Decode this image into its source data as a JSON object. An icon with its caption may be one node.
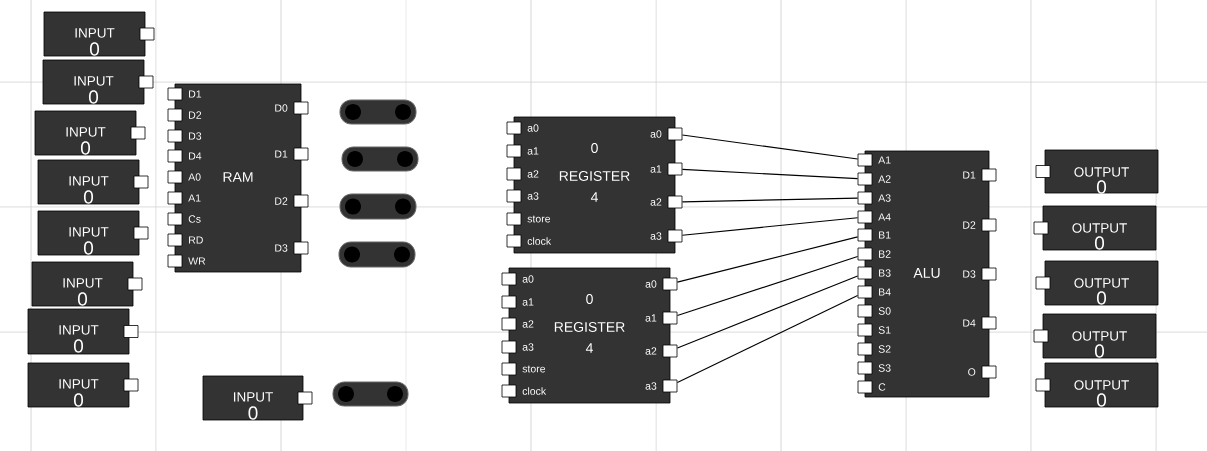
{
  "diagram": {
    "nodes": [
      {
        "text": [
          "INPUT",
          "0"
        ]
      },
      {
        "text": [
          "INPUT",
          "0"
        ]
      },
      {
        "text": [
          "INPUT",
          "0"
        ]
      },
      {
        "text": [
          "INPUT",
          "0"
        ]
      },
      {
        "text": [
          "INPUT",
          "0"
        ]
      },
      {
        "text": [
          "INPUT",
          "0"
        ]
      },
      {
        "text": [
          "INPUT",
          "0"
        ]
      },
      {
        "text": [
          "INPUT",
          "0"
        ]
      },
      {
        "text": [
          "RAM"
        ]
      },
      {
        "text": [],
        "shape": "box",
        "beside": [
          "D1"
        ],
        "in": 8
      },
      {
        "text": [],
        "shape": "box",
        "beside": [
          "D2"
        ],
        "in": 8
      },
      {
        "text": [],
        "shape": "box",
        "beside": [
          "D3"
        ],
        "in": 8
      },
      {
        "text": [],
        "shape": "box",
        "beside": [
          "D4"
        ],
        "in": 8
      },
      {
        "text": [],
        "shape": "box",
        "beside": [
          "A0"
        ],
        "in": 8
      },
      {
        "text": [],
        "shape": "box",
        "beside": [
          "A1"
        ],
        "in": 8
      },
      {
        "text": [],
        "shape": "box",
        "beside": [
          "Cs"
        ],
        "in": 8
      },
      {
        "text": [],
        "shape": "box",
        "beside": [
          "RD"
        ],
        "in": 8
      },
      {
        "text": [],
        "shape": "box",
        "beside": [
          "WR"
        ],
        "in": 8
      },
      {
        "text": [],
        "shape": "box",
        "beside": [
          "D0"
        ],
        "in": 8
      },
      {
        "text": [],
        "shape": "box",
        "beside": [
          "D1"
        ],
        "in": 8
      },
      {
        "text": [],
        "shape": "box",
        "beside": [
          "D2"
        ],
        "in": 8
      },
      {
        "text": [],
        "shape": "box",
        "beside": [
          "D3"
        ],
        "in": 8
      },
      {
        "text": [],
        "shape": "capsule"
      },
      {
        "text": [],
        "shape": "capsule"
      },
      {
        "text": [],
        "shape": "capsule"
      },
      {
        "text": [],
        "shape": "capsule"
      },
      {
        "text": [
          "INPUT",
          "0"
        ]
      },
      {
        "text": [],
        "shape": "capsule"
      },
      {
        "text": [
          "0",
          "REGISTER",
          "4"
        ]
      },
      {
        "text": [],
        "shape": "box",
        "beside": [
          "a0"
        ],
        "in": 28
      },
      {
        "text": [],
        "shape": "box",
        "beside": [
          "a1"
        ],
        "in": 28
      },
      {
        "text": [],
        "shape": "box",
        "beside": [
          "a2"
        ],
        "in": 28
      },
      {
        "text": [],
        "shape": "box",
        "beside": [
          "a3"
        ],
        "in": 28
      },
      {
        "text": [],
        "shape": "box",
        "beside": [
          "store"
        ],
        "in": 28
      },
      {
        "text": [],
        "shape": "box",
        "beside": [
          "clock"
        ],
        "in": 28
      },
      {
        "text": [],
        "shape": "box",
        "beside": [
          "a0"
        ],
        "in": 28
      },
      {
        "text": [],
        "shape": "box",
        "beside": [
          "a1"
        ],
        "in": 28
      },
      {
        "text": [],
        "shape": "box",
        "beside": [
          "a2"
        ],
        "in": 28
      },
      {
        "text": [],
        "shape": "box",
        "beside": [
          "a3"
        ],
        "in": 28
      },
      {
        "text": [
          "0",
          "REGISTER",
          "4"
        ]
      },
      {
        "text": [],
        "shape": "box",
        "beside": [
          "a0"
        ],
        "in": 39
      },
      {
        "text": [],
        "shape": "box",
        "beside": [
          "a1"
        ],
        "in": 39
      },
      {
        "text": [],
        "shape": "box",
        "beside": [
          "a2"
        ],
        "in": 39
      },
      {
        "text": [],
        "shape": "box",
        "beside": [
          "a3"
        ],
        "in": 39
      },
      {
        "text": [],
        "shape": "box",
        "beside": [
          "store"
        ],
        "in": 39
      },
      {
        "text": [],
        "shape": "box",
        "beside": [
          "clock"
        ],
        "in": 39
      },
      {
        "text": [],
        "shape": "box",
        "beside": [
          "a0"
        ],
        "in": 39
      },
      {
        "text": [],
        "shape": "box",
        "beside": [
          "a1"
        ],
        "in": 39
      },
      {
        "text": [],
        "shape": "box",
        "beside": [
          "a2"
        ],
        "in": 39
      },
      {
        "text": [],
        "shape": "box",
        "beside": [
          "a3"
        ],
        "in": 39
      },
      {
        "text": [
          "ALU"
        ]
      },
      {
        "text": [],
        "shape": "box",
        "beside": [
          "A1"
        ],
        "in": 50
      },
      {
        "text": [],
        "shape": "box",
        "beside": [
          "A2"
        ],
        "in": 50
      },
      {
        "text": [],
        "shape": "box",
        "beside": [
          "A3"
        ],
        "in": 50
      },
      {
        "text": [],
        "shape": "box",
        "beside": [
          "A4"
        ],
        "in": 50
      },
      {
        "text": [],
        "shape": "box",
        "beside": [
          "B1"
        ],
        "in": 50
      },
      {
        "text": [],
        "shape": "box",
        "beside": [
          "B2"
        ],
        "in": 50
      },
      {
        "text": [],
        "shape": "box",
        "beside": [
          "B3"
        ],
        "in": 50
      },
      {
        "text": [],
        "shape": "box",
        "beside": [
          "B4"
        ],
        "in": 50
      },
      {
        "text": [],
        "shape": "box",
        "beside": [
          "S0"
        ],
        "in": 50
      },
      {
        "text": [],
        "shape": "box",
        "beside": [
          "S1"
        ],
        "in": 50
      },
      {
        "text": [],
        "shape": "box",
        "beside": [
          "S2"
        ],
        "in": 50
      },
      {
        "text": [],
        "shape": "box",
        "beside": [
          "S3"
        ],
        "in": 50
      },
      {
        "text": [],
        "shape": "box",
        "beside": [
          "C"
        ],
        "in": 50
      },
      {
        "text": [],
        "shape": "box",
        "beside": [
          "D1"
        ],
        "in": 50
      },
      {
        "text": [],
        "shape": "box",
        "beside": [
          "D2"
        ],
        "in": 50
      },
      {
        "text": [],
        "shape": "box",
        "beside": [
          "D3"
        ],
        "in": 50
      },
      {
        "text": [],
        "shape": "box",
        "beside": [
          "D4"
        ],
        "in": 50
      },
      {
        "text": [],
        "shape": "box",
        "beside": [
          "O"
        ],
        "in": 50
      },
      {
        "text": [
          "OUTPUT",
          "0"
        ]
      },
      {
        "text": [
          "OUTPUT",
          "0"
        ]
      },
      {
        "text": [
          "OUTPUT",
          "0"
        ]
      },
      {
        "text": [
          "OUTPUT",
          "0"
        ]
      },
      {
        "text": [
          "OUTPUT",
          "0"
        ]
      }
    ],
    "edges": [
      {
        "from": 35,
        "to": 51,
        "arrow": "none"
      },
      {
        "from": 36,
        "to": 52,
        "arrow": "none"
      },
      {
        "from": 37,
        "to": 53,
        "arrow": "none"
      },
      {
        "from": 38,
        "to": 54,
        "arrow": "none"
      },
      {
        "from": 46,
        "to": 55,
        "arrow": "none"
      },
      {
        "from": 47,
        "to": 56,
        "arrow": "none"
      },
      {
        "from": 48,
        "to": 57,
        "arrow": "none"
      },
      {
        "from": 49,
        "to": 58,
        "arrow": "none"
      }
    ]
  }
}
